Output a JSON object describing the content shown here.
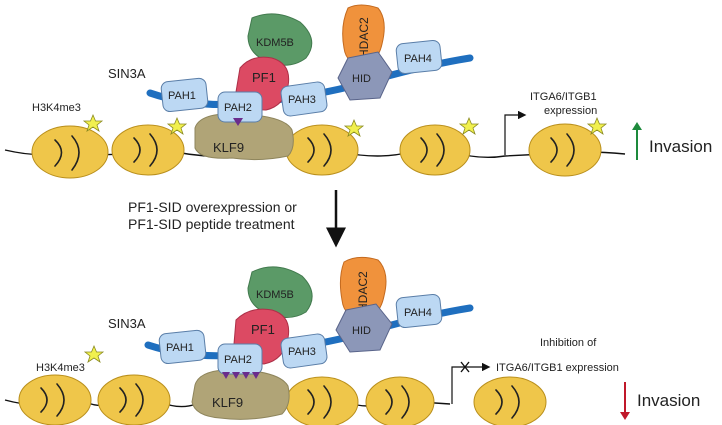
{
  "top_panel": {
    "labels": {
      "sin3a": "SIN3A",
      "h3k4me3": "H3K4me3",
      "pah1": "PAH1",
      "pah2": "PAH2",
      "pah3": "PAH3",
      "pah4": "PAH4",
      "hid": "HID",
      "pf1": "PF1",
      "kdm5b": "KDM5B",
      "hdac2": "HDAC2",
      "klf9": "KLF9",
      "expr_line1": "ITGA6/ITGB1",
      "expr_line2": "expression",
      "invasion": "Invasion"
    },
    "invasion_direction": "up"
  },
  "middle": {
    "line1": "PF1-SID overexpression or",
    "line2": "PF1-SID peptide treatment"
  },
  "bottom_panel": {
    "labels": {
      "sin3a": "SIN3A",
      "h3k4me3": "H3K4me3",
      "pah1": "PAH1",
      "pah2": "PAH2",
      "pah3": "PAH3",
      "pah4": "PAH4",
      "hid": "HID",
      "pf1": "PF1",
      "kdm5b": "KDM5B",
      "hdac2": "HDAC2",
      "klf9": "KLF9",
      "inhib_line1": "Inhibition of",
      "inhib_line2": "ITGA6/ITGB1 expression",
      "invasion": "Invasion"
    },
    "invasion_direction": "down"
  },
  "colors": {
    "nucleosome": "#efc64a",
    "sin3a_backbone": "#1f6fbf",
    "pah_domain": "#bcd8f3",
    "hid_domain": "#8c97b8",
    "pf1": "#dc4a63",
    "kdm5b": "#5b9a67",
    "hdac2": "#f0923c",
    "klf9": "#b0a477",
    "h3k4me3_star": "#f1f04e",
    "invasion_up": "#1d8a3c",
    "invasion_down": "#c0182a",
    "pf1_sid_marker": "#6a2c8c"
  }
}
